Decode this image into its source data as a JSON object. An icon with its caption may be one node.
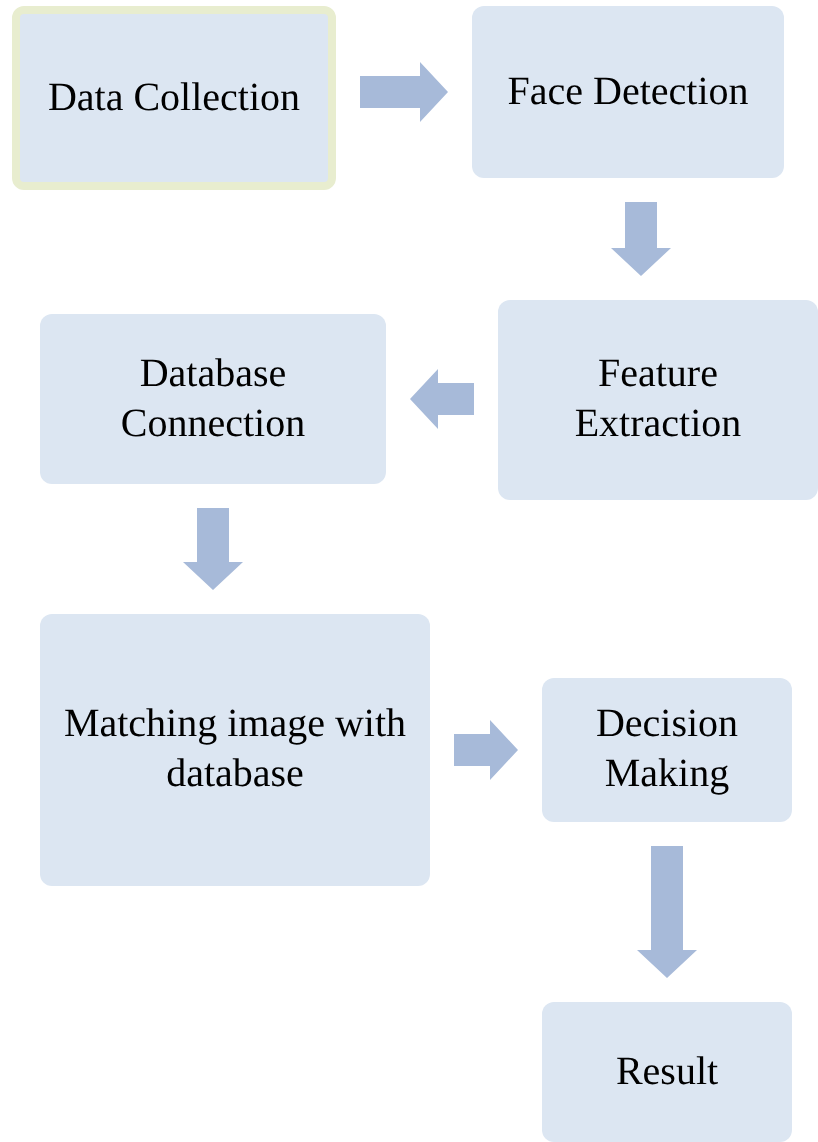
{
  "diagram": {
    "nodes": [
      {
        "text": [
          "Data Collection"
        ]
      },
      {
        "text": [
          "Face Detection"
        ]
      },
      {
        "text": [
          "Feature Extraction"
        ]
      },
      {
        "text": [
          "Database Connection"
        ]
      },
      {
        "text": [
          "Matching image with database"
        ]
      },
      {
        "text": [
          "Decision Making"
        ]
      },
      {
        "text": [
          "Result"
        ]
      }
    ],
    "edges": [
      {
        "from": 0,
        "to": 1,
        "arrow": "to"
      },
      {
        "from": 1,
        "to": 2,
        "arrow": "to"
      },
      {
        "from": 2,
        "to": 3,
        "arrow": "to"
      },
      {
        "from": 3,
        "to": 4,
        "arrow": "to"
      },
      {
        "from": 4,
        "to": 5,
        "arrow": "to"
      },
      {
        "from": 5,
        "to": 6,
        "arrow": "to"
      }
    ]
  }
}
